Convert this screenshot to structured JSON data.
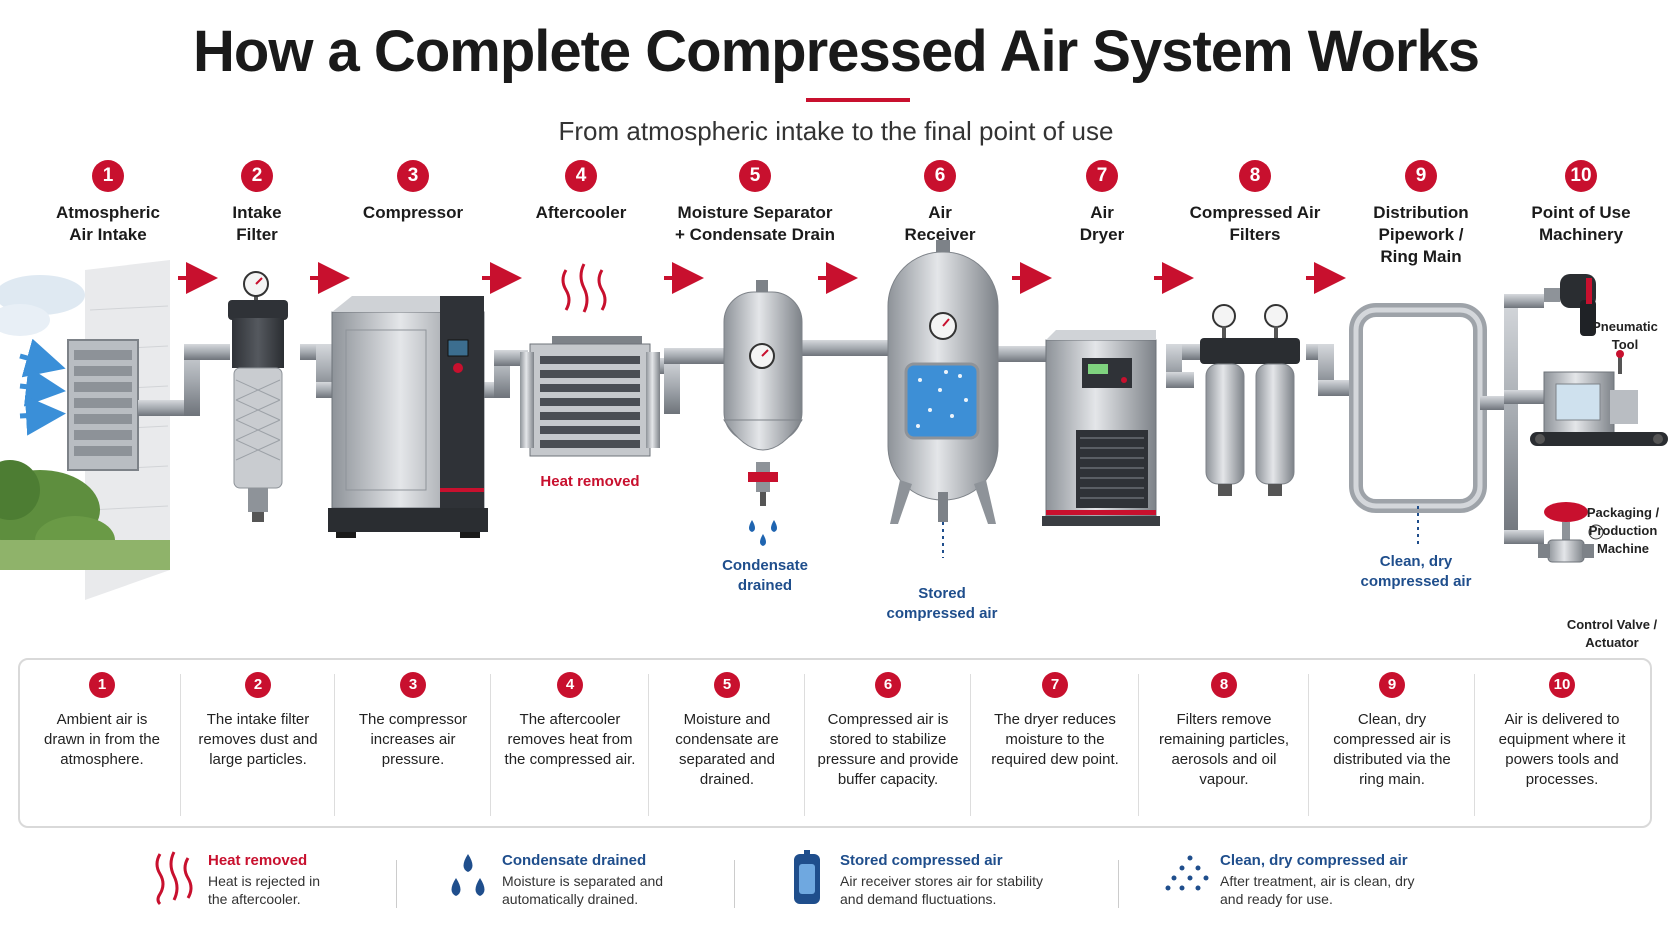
{
  "title": "How a Complete Compressed Air System Works",
  "subtitle": "From atmospheric intake to the final point of use",
  "steps": [
    {
      "num": "1",
      "title_lines": [
        "Atmospheric",
        "Air Intake"
      ],
      "desc": "Ambient air is drawn in from the atmosphere."
    },
    {
      "num": "2",
      "title_lines": [
        "Intake",
        "Filter"
      ],
      "desc": "The intake filter removes dust and large particles."
    },
    {
      "num": "3",
      "title_lines": [
        "Compressor",
        ""
      ],
      "desc": "The compressor increases air pressure."
    },
    {
      "num": "4",
      "title_lines": [
        "Aftercooler",
        ""
      ],
      "desc": "The aftercooler removes heat from the compressed air."
    },
    {
      "num": "5",
      "title_lines": [
        "Moisture Separator",
        "+ Condensate Drain"
      ],
      "desc": "Moisture and condensate are separated and drained."
    },
    {
      "num": "6",
      "title_lines": [
        "Air",
        "Receiver"
      ],
      "desc": "Compressed air is stored to stabilize pressure and provide buffer capacity."
    },
    {
      "num": "7",
      "title_lines": [
        "Air",
        "Dryer"
      ],
      "desc": "The dryer reduces moisture to the required dew point."
    },
    {
      "num": "8",
      "title_lines": [
        "Compressed Air",
        "Filters"
      ],
      "desc": "Filters remove remaining particles, aerosols and oil vapour."
    },
    {
      "num": "9",
      "title_lines": [
        "Distribution",
        "Pipework /",
        "Ring Main"
      ],
      "desc": "Clean, dry compressed air is distributed via the ring main."
    },
    {
      "num": "10",
      "title_lines": [
        "Point of Use",
        "Machinery"
      ],
      "desc": "Air is delivered to equipment where it powers tools and processes."
    }
  ],
  "callouts": {
    "heat": "Heat removed",
    "condensate": [
      "Condensate",
      "drained"
    ],
    "stored": [
      "Stored",
      "compressed air"
    ],
    "clean": [
      "Clean, dry",
      "compressed air"
    ]
  },
  "machines": {
    "pneumatic": [
      "Pneumatic",
      "Tool"
    ],
    "packaging": [
      "Packaging /",
      "Production",
      "Machine"
    ],
    "valve": [
      "Control Valve /",
      "Actuator"
    ]
  },
  "legend": [
    {
      "title": "Heat removed",
      "text": [
        "Heat is rejected in",
        "the aftercooler."
      ],
      "color": "#c8102e"
    },
    {
      "title": "Condensate drained",
      "text": [
        "Moisture is separated and",
        "automatically drained."
      ],
      "color": "#1f4e8c"
    },
    {
      "title": "Stored compressed air",
      "text": [
        "Air receiver stores air for stability",
        "and demand fluctuations."
      ],
      "color": "#1f4e8c"
    },
    {
      "title": "Clean, dry compressed air",
      "text": [
        "After treatment, air is clean, dry",
        "and ready for use."
      ],
      "color": "#1f4e8c"
    }
  ],
  "colors": {
    "accent": "#c8102e",
    "blue": "#1f4e8c",
    "steel": "#a9adb3"
  }
}
